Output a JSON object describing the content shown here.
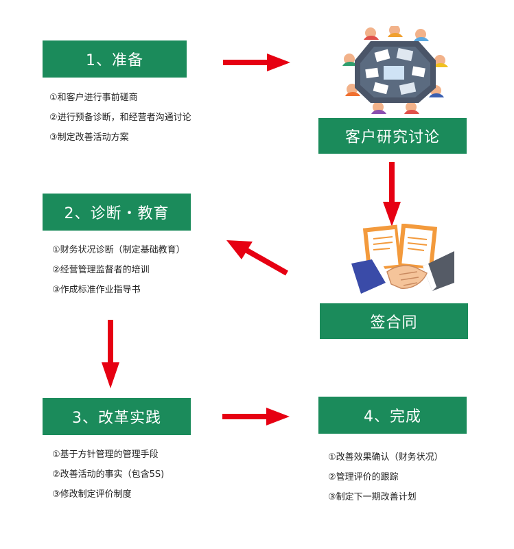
{
  "steps": {
    "prepare": {
      "title": "1、准备",
      "items": [
        "①和客户进行事前磋商",
        "②进行预备诊断，和经营者沟通讨论",
        "③制定改善活动方案"
      ]
    },
    "discussion": {
      "title": "客户研究讨论"
    },
    "diagnosis": {
      "title": "2、诊断・教育",
      "items": [
        "①财务状况诊断（制定基础教育）",
        "②经营管理监督者的培训",
        "③作成标准作业指导书"
      ]
    },
    "contract": {
      "title": "签合同"
    },
    "practice": {
      "title": "3、改革实践",
      "items": [
        "①基于方针管理的管理手段",
        "②改善活动的事实（包含5S)",
        "③修改制定评价制度"
      ]
    },
    "complete": {
      "title": "4、完成",
      "items": [
        "①改善效果确认（财务状况）",
        "②管理评价的跟踪",
        "③制定下一期改善计划"
      ]
    }
  },
  "colors": {
    "box_green": "#1b8b5b",
    "arrow_red": "#e60012"
  },
  "icons": {
    "meeting": "meeting-table-icon",
    "handshake": "handshake-contract-icon"
  }
}
